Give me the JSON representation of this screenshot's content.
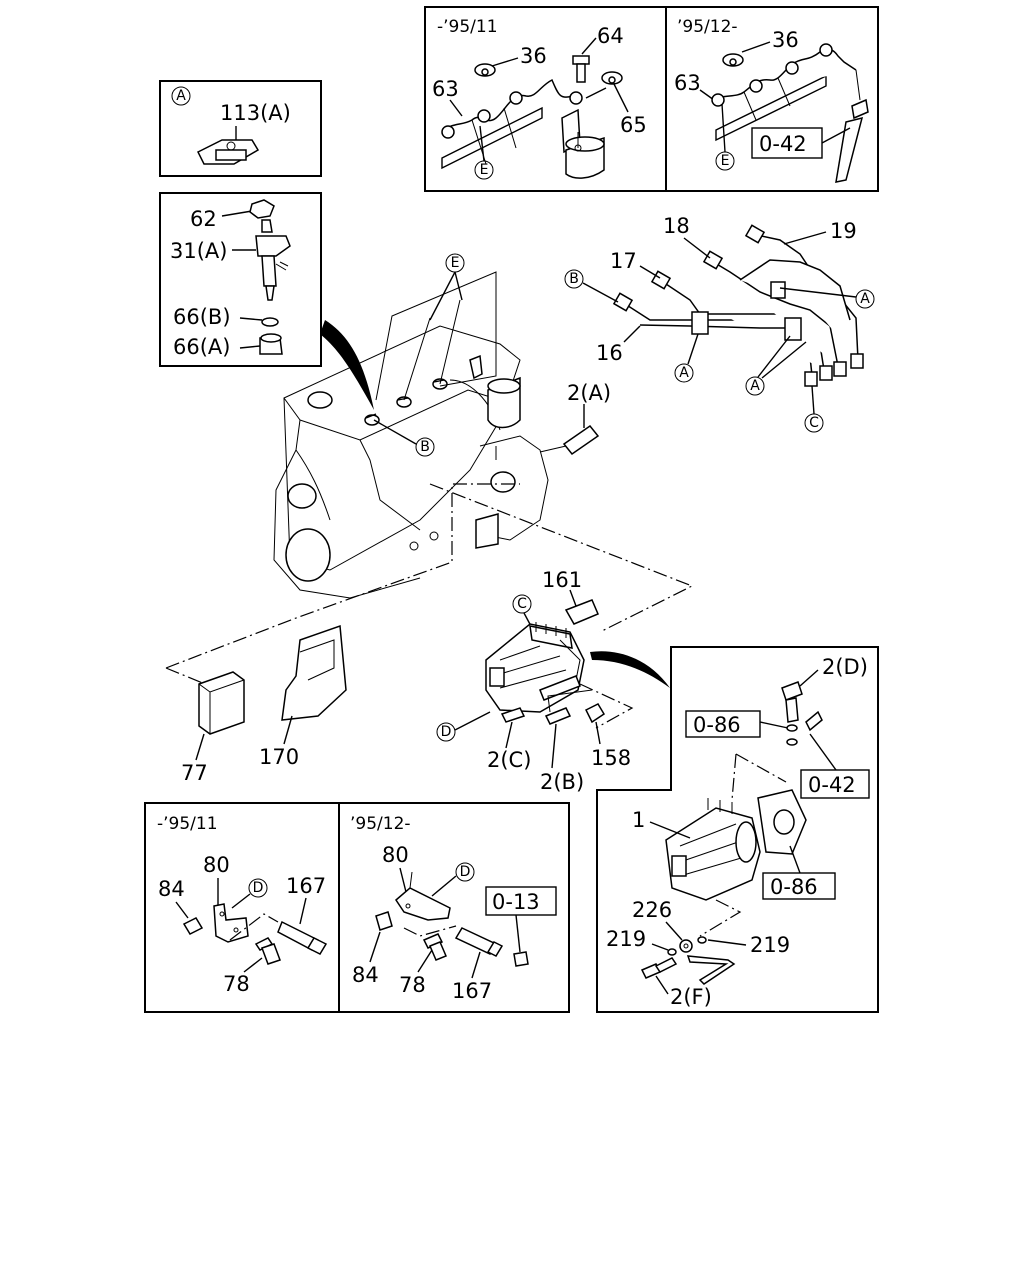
{
  "insets": {
    "fuel_pipe_clamp": {
      "circle_ref": "A",
      "items": [
        {
          "label": "113(A)"
        }
      ]
    },
    "injection_nozzle": {
      "items": [
        {
          "label": "62"
        },
        {
          "label": "31(A)"
        },
        {
          "label": "66(B)"
        },
        {
          "label": "66(A)"
        }
      ]
    },
    "leak_off_upto_95_11": {
      "period": "-’95/11",
      "circle_ref": "E",
      "items": [
        {
          "label": "36"
        },
        {
          "label": "64"
        },
        {
          "label": "63"
        },
        {
          "label": "65"
        }
      ]
    },
    "leak_off_from_95_12": {
      "period": "’95/12-",
      "circle_ref": "E",
      "items": [
        {
          "label": "36"
        },
        {
          "label": "63"
        }
      ],
      "ref_box": "0-42"
    },
    "bracket_upto_95_11": {
      "period": "-’95/11",
      "circle_ref": "D",
      "items": [
        {
          "label": "80"
        },
        {
          "label": "84"
        },
        {
          "label": "167"
        },
        {
          "label": "78"
        }
      ]
    },
    "bracket_from_95_12": {
      "period": "’95/12-",
      "circle_ref": "D",
      "items": [
        {
          "label": "80"
        },
        {
          "label": "84"
        },
        {
          "label": "78"
        },
        {
          "label": "167"
        }
      ],
      "ref_box": "0-13"
    },
    "injection_pump_detail": {
      "items": [
        {
          "label": "2(D)"
        },
        {
          "label": "1"
        },
        {
          "label": "226"
        },
        {
          "label": "219"
        },
        {
          "label": "219"
        },
        {
          "label": "2(F)"
        }
      ],
      "ref_boxes": [
        "0-86",
        "0-42",
        "0-86"
      ]
    }
  },
  "main": {
    "pipes": {
      "items": [
        {
          "label": "18"
        },
        {
          "label": "19"
        },
        {
          "label": "17"
        },
        {
          "label": "16"
        }
      ],
      "circle_refs": [
        "B",
        "A",
        "A",
        "A",
        "C"
      ]
    },
    "engine": {
      "items": [
        {
          "label": "2(A)"
        }
      ],
      "circle_refs": [
        "E",
        "B"
      ]
    },
    "pump": {
      "items": [
        {
          "label": "161"
        },
        {
          "label": "2(C)"
        },
        {
          "label": "2(B)"
        },
        {
          "label": "158"
        },
        {
          "label": "77"
        },
        {
          "label": "170"
        }
      ],
      "circle_refs": [
        "C",
        "D"
      ]
    }
  }
}
